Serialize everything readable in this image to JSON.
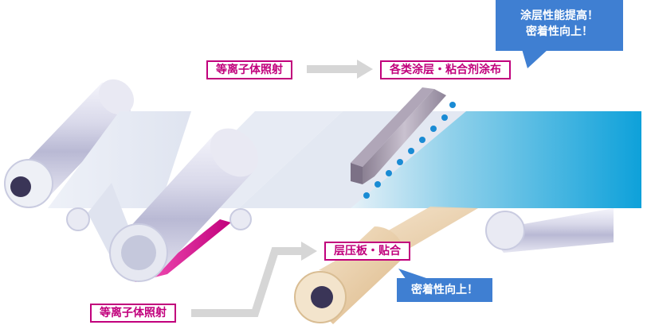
{
  "labels": {
    "plasma_top": "等离子体照射",
    "coating": "各类涂层・粘合剂涂布",
    "lamination": "层压板・贴合",
    "plasma_bottom": "等离子体照射"
  },
  "callouts": {
    "top_line1": "涂层性能提高！",
    "top_line2": "密着性向上！",
    "bottom": "密着性向上！"
  },
  "colors": {
    "accent_magenta": "#c1007c",
    "callout_blue": "#3f7fd2",
    "arrow_gray": "#d6d6d6",
    "coated_film_cyan": "#1aa3dc",
    "laminate_tan": "#e9c9a1"
  }
}
